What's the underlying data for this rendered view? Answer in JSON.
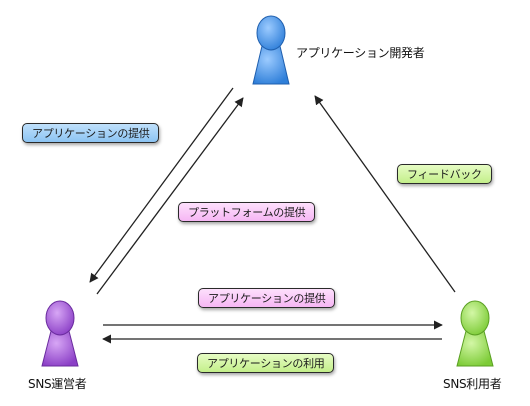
{
  "actors": {
    "developer": {
      "label": "アプリケーション開発者",
      "color": "#3d8ee6"
    },
    "operator": {
      "label": "SNS運営者",
      "color": "#9b4fd0"
    },
    "user": {
      "label": "SNS利用者",
      "color": "#8ed64a"
    }
  },
  "flows": {
    "app_supply_to_operator": "アプリケーションの提供",
    "platform_supply": "プラットフォームの提供",
    "feedback": "フィードバック",
    "app_supply_to_user": "アプリケーションの提供",
    "app_use": "アプリケーションの利用"
  },
  "colors": {
    "tag_blue": "#8cc4f3",
    "tag_pink": "#f6b6f4",
    "tag_green": "#c3ef8a",
    "arrow": "#222222"
  }
}
